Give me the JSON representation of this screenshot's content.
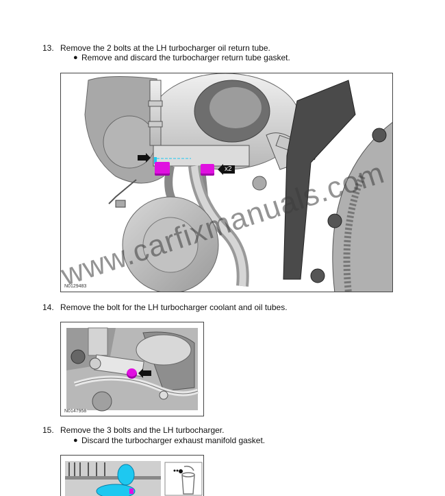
{
  "steps": [
    {
      "number": "13.",
      "text": "Remove the 2 bolts at the LH turbocharger oil return tube.",
      "bullets": [
        "Remove and discard the turbocharger return tube gasket."
      ],
      "figure": {
        "id_label": "N0129483",
        "callout": "x2",
        "watermark": "www.carfixmanuals.com"
      }
    },
    {
      "number": "14.",
      "text": "Remove the bolt for the LH turbocharger coolant and oil tubes.",
      "bullets": [],
      "figure": {
        "id_label": "N0147958"
      }
    },
    {
      "number": "15.",
      "text": "Remove the 3 bolts and the LH turbocharger.",
      "bullets": [
        "Discard the turbocharger exhaust manifold gasket."
      ],
      "figure": {
        "icon": "discard-bin-icon"
      }
    }
  ],
  "colors": {
    "highlight_magenta": "#e010e0",
    "part_cyan": "#1ec8f0",
    "callout_black": "#111111"
  }
}
